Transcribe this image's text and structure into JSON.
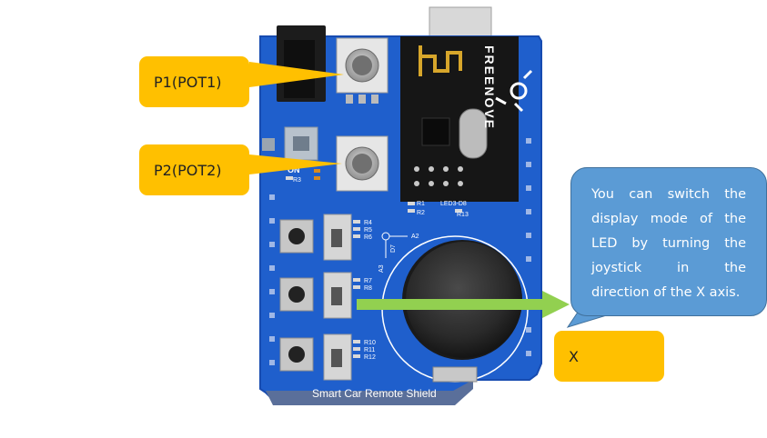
{
  "labels": {
    "p1": "P1(POT1)",
    "p2": "P2(POT2)",
    "x": "X"
  },
  "info": {
    "lines": [
      "You can switch the",
      "display mode of the",
      "LED by turning the",
      "joystick in the",
      "direction of the X axis."
    ]
  },
  "board": {
    "name": "Smart Car Remote Shield",
    "brand": "FREENOVE",
    "on_label": "ON",
    "silkscreen": {
      "r1": "R1",
      "r2": "R2",
      "r3": "R3",
      "r4": "R4",
      "r5": "R5",
      "r6": "R6",
      "r7": "R7",
      "r8": "R8",
      "r10": "R10",
      "r11": "R11",
      "r12": "R12",
      "r13": "R13",
      "led3": "LED3-D8",
      "a2": "A2",
      "a3": "A3",
      "d7": "D7"
    }
  },
  "colors": {
    "pcb": "#1F5FCC",
    "callout": "#FFC000",
    "info_box": "#5B9BD5",
    "arrow": "#92D050"
  }
}
